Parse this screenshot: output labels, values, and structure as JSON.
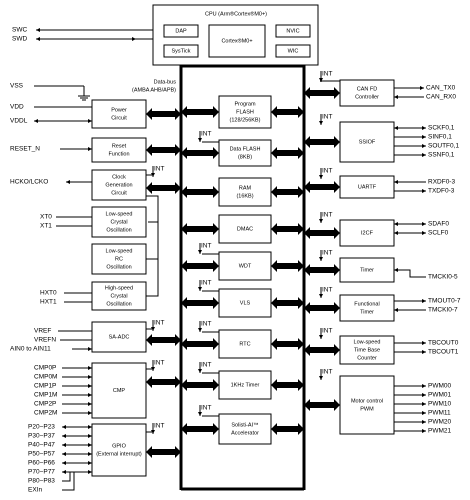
{
  "cpu": {
    "title": "CPU (Arm®Cortex®M0+)",
    "core": "Cortex®M0+",
    "dap": "DAP",
    "systick": "SysTick",
    "nvic": "NVIC",
    "wic": "WIC"
  },
  "debug_pins": [
    "SWC",
    "SWD"
  ],
  "bus": {
    "label_line1": "Data-bus",
    "label_line2": "(AMBA AHB/APB)"
  },
  "int_label": "INT",
  "left_pins": {
    "vss": "VSS",
    "vdd": "VDD",
    "vddl": "VDDL",
    "reset": "RESET_N",
    "hcko": "HCKO/LCKO",
    "xt0": "XT0",
    "xt1": "XT1",
    "hxt0": "HXT0",
    "hxt1": "HXT1",
    "vref": "VREF",
    "vrefn": "VREFN",
    "ain": "AIN0 to AIN11",
    "cmp": [
      "CMP0P",
      "CMP0M",
      "CMP1P",
      "CMP1M",
      "CMP2P",
      "CMP2M"
    ],
    "gpio": [
      "P20−P23",
      "P30−P37",
      "P40−P47",
      "P50−P57",
      "P60−P66",
      "P70−P77",
      "P80−P83",
      "EXIn"
    ]
  },
  "left_blocks": {
    "power": [
      "Power",
      "Circuit"
    ],
    "reset": [
      "Reset",
      "Function"
    ],
    "clock": [
      "Clock",
      "Generation",
      "Circuit"
    ],
    "lsco": [
      "Low-speed",
      "Crystal",
      "Oscillation"
    ],
    "lsrc": [
      "Low-speed",
      "RC",
      "Oscillation"
    ],
    "hsco": [
      "High-speed",
      "Crystal",
      "Oscillation"
    ],
    "adc": [
      "SA-ADC"
    ],
    "cmp": [
      "CMP"
    ],
    "gpio": [
      "GPIO",
      "(External interrupt)"
    ]
  },
  "center_blocks": {
    "pflash": [
      "Program",
      "FLASH",
      "(128/256KB)"
    ],
    "dflash": [
      "Data FLASH",
      "(8KB)"
    ],
    "ram": [
      "RAM",
      "(16KB)"
    ],
    "dmac": [
      "DMAC"
    ],
    "wdt": [
      "WDT"
    ],
    "vls": [
      "VLS"
    ],
    "rtc": [
      "RTC"
    ],
    "timer1k": [
      "1KHz Timer"
    ],
    "solisti": [
      "Solisti-AI™",
      "Accelerator"
    ]
  },
  "right_blocks": {
    "canfd": [
      "CAN FD",
      "Controller"
    ],
    "ssiof": [
      "SSIOF"
    ],
    "uartf": [
      "UARTF"
    ],
    "i2cf": [
      "I2CF"
    ],
    "timer": [
      "Timer"
    ],
    "ftimer": [
      "Functional",
      "Timer"
    ],
    "lstbc": [
      "Low-speed",
      "Time Base",
      "Counter"
    ],
    "mcpwm": [
      "Motor control",
      "PWM"
    ]
  },
  "right_pins": {
    "can": [
      "CAN_TX0",
      "CAN_RX0"
    ],
    "ssiof": [
      "SCKF0,1",
      "SINF0,1",
      "SOUTF0,1",
      "SSNF0,1"
    ],
    "uart": [
      "RXDF0-3",
      "TXDF0-3"
    ],
    "i2c": [
      "SDAF0",
      "SCLF0"
    ],
    "tmck": "TMCKI0-5",
    "ftm": [
      "TMOUT0-7",
      "TMCKI0-7"
    ],
    "tbc": [
      "TBCOUT0",
      "TBCOUT1"
    ],
    "pwm": [
      "PWM00",
      "PWM01",
      "PWM10",
      "PWM11",
      "PWM20",
      "PWM21"
    ]
  }
}
